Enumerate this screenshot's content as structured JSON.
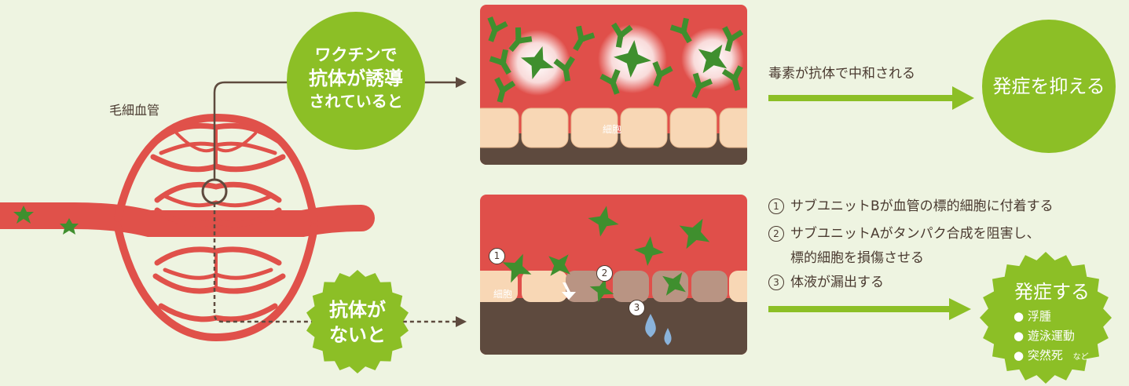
{
  "capillary_label": "毛細血管",
  "top_bubble": {
    "line1": "ワクチンで",
    "line2": "抗体が誘導",
    "line3": "されていると"
  },
  "bottom_bubble": {
    "line1": "抗体が",
    "line2": "ないと"
  },
  "top_panel": {
    "cell_label": "細胞"
  },
  "bottom_panel": {
    "cell_label": "細胞",
    "markers": [
      "1",
      "2",
      "3"
    ]
  },
  "top_result_text": "毒素が抗体で中和される",
  "top_outcome": "発症を抑える",
  "steps": [
    {
      "num": "1",
      "line1": "サブユニットBが血管の標的細胞に付着する"
    },
    {
      "num": "2",
      "line1": "サブユニットAがタンパク合成を阻害し、",
      "line2": "標的細胞を損傷させる"
    },
    {
      "num": "3",
      "line1": "体液が漏出する"
    }
  ],
  "bottom_outcome": {
    "title": "発症する",
    "symptoms": [
      "浮腫",
      "遊泳運動",
      "突然死"
    ],
    "suffix": "など"
  },
  "colors": {
    "background": "#eef4e1",
    "green_bubble": "#8cbf26",
    "vessel": "#e0514a",
    "blood": "#e04f4a",
    "cell": "#f8d7b5",
    "tissue": "#5e4a3e",
    "antibody": "#3f8f2e",
    "toxin": "#4aa03a",
    "arrow_green": "#8cbf26",
    "fluid": "#8ab3db"
  }
}
